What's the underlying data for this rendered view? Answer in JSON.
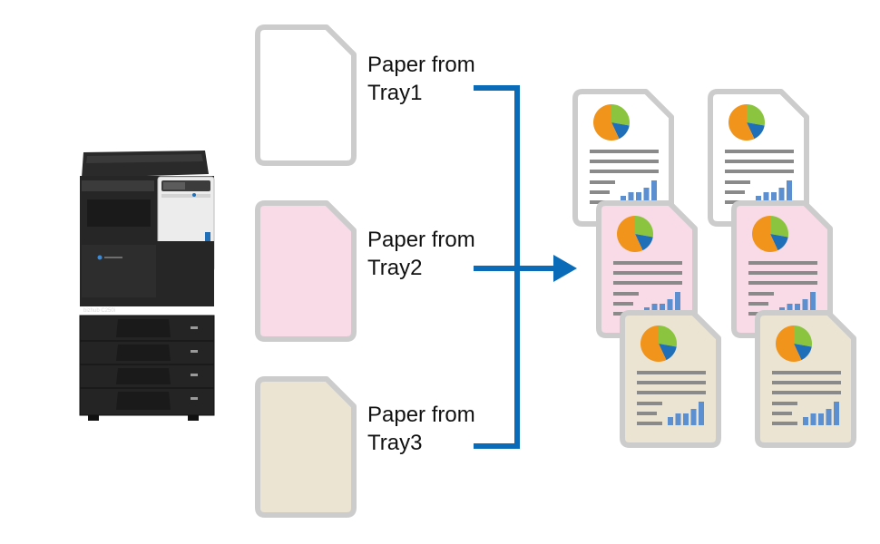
{
  "device": {
    "model_label": "bizhub C250i"
  },
  "trays": [
    {
      "id": "tray1",
      "label": "Paper from\nTray1",
      "color": "#ffffff"
    },
    {
      "id": "tray2",
      "label": "Paper from\nTray2",
      "color": "#f8dbe7"
    },
    {
      "id": "tray3",
      "label": "Paper from\nTray3",
      "color": "#ebe4d3"
    }
  ],
  "colors": {
    "page_outline": "#cccccc",
    "connector": "#0a6cb8",
    "text_lines": "#8a8a8a",
    "bars": "#5b8fd0",
    "pie_orange": "#f0941c",
    "pie_green": "#8bc53f",
    "pie_blue": "#1f6fb8",
    "device_body": "#262626"
  },
  "output_documents": [
    {
      "stack": "left",
      "tray": "tray1"
    },
    {
      "stack": "left",
      "tray": "tray2"
    },
    {
      "stack": "left",
      "tray": "tray3"
    },
    {
      "stack": "right",
      "tray": "tray1"
    },
    {
      "stack": "right",
      "tray": "tray2"
    },
    {
      "stack": "right",
      "tray": "tray3"
    }
  ]
}
